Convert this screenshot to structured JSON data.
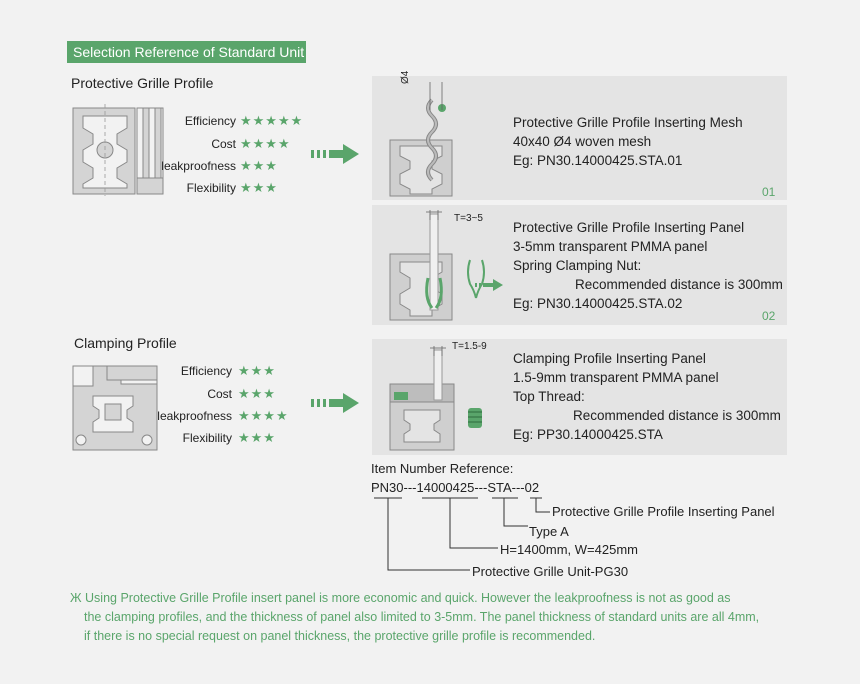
{
  "header": {
    "title": "Selection Reference of Standard Unit"
  },
  "sections": {
    "grille": {
      "title": "Protective Grille Profile",
      "ratings": [
        {
          "label": "Efficiency",
          "stars": "★★★★★"
        },
        {
          "label": "Cost",
          "stars": "★★★★"
        },
        {
          "label": "leakproofness",
          "stars": "★★★"
        },
        {
          "label": "Flexibility",
          "stars": "★★★"
        }
      ]
    },
    "clamping": {
      "title": "Clamping Profile",
      "ratings": [
        {
          "label": "Efficiency",
          "stars": "★★★"
        },
        {
          "label": "Cost",
          "stars": "★★★"
        },
        {
          "label": "leakproofness",
          "stars": "★★★★"
        },
        {
          "label": "Flexibility",
          "stars": "★★★"
        }
      ]
    }
  },
  "panels": {
    "p1": {
      "dim_label": "Ø4",
      "lines": [
        "Protective Grille Profile Inserting Mesh",
        "40x40 Ø4 woven mesh",
        "Eg: PN30.14000425.STA.01"
      ],
      "number": "01"
    },
    "p2": {
      "dim_label": "T=3~5",
      "lines": [
        "Protective Grille Profile Inserting Panel",
        "3-5mm transparent PMMA panel",
        "Spring Clamping Nut:",
        "Recommended distance is 300mm",
        "Eg: PN30.14000425.STA.02"
      ],
      "number": "02"
    },
    "p3": {
      "dim_label": "T=1.5-9",
      "lines": [
        "Clamping Profile Inserting Panel",
        "1.5-9mm transparent PMMA panel",
        "Top Thread:",
        "Recommended distance is 300mm",
        "Eg: PP30.14000425.STA"
      ]
    }
  },
  "item_ref": {
    "title": "Item Number Reference:",
    "code": "PN30---14000425---STA---02",
    "legend": [
      "Protective Grille Profile Inserting Panel",
      "Type A",
      "H=1400mm, W=425mm",
      "Protective Grille Unit-PG30"
    ]
  },
  "note": {
    "symbol": "Ж",
    "lines": [
      "Using Protective Grille Profile insert panel is more economic and quick. However the leakproofness is not as good as",
      "the clamping profiles, and the thickness of panel also limited to 3-5mm. The panel thickness of standard units are all 4mm,",
      "if there is no special request on panel thickness, the protective grille profile is recommended."
    ]
  },
  "colors": {
    "accent": "#5aa56b",
    "panel": "#e4e4e4",
    "background": "#f2f2f2",
    "profile": "#cfcfcf"
  }
}
